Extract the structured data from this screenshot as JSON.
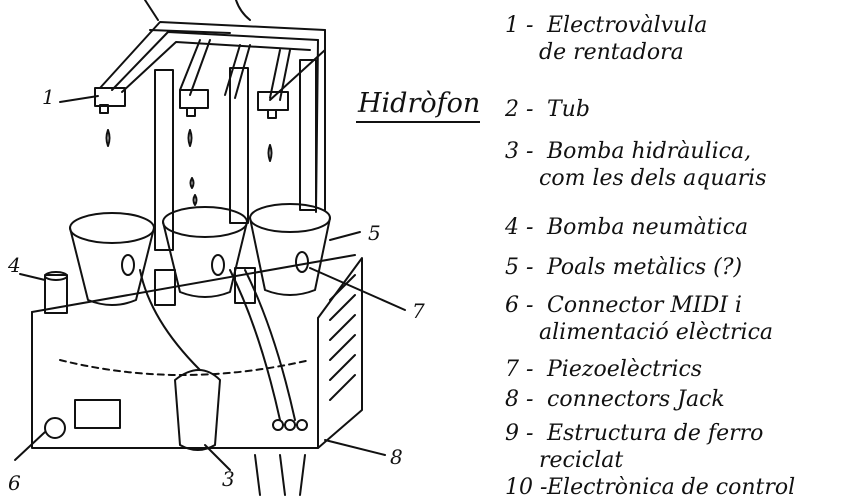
{
  "title": "Hidròfon",
  "callouts": [
    "1",
    "3",
    "4",
    "5",
    "6",
    "7",
    "8"
  ],
  "legend": [
    {
      "num": "1 -",
      "lines": [
        "Electrovàlvula",
        "de rentadora"
      ]
    },
    {
      "num": "2 -",
      "lines": [
        "Tub"
      ]
    },
    {
      "num": "3 -",
      "lines": [
        "Bomba hidràulica,",
        "com les dels aquaris"
      ]
    },
    {
      "num": "4 -",
      "lines": [
        "Bomba neumàtica"
      ]
    },
    {
      "num": "5 -",
      "lines": [
        "Poals metàlics (?)"
      ]
    },
    {
      "num": "6 -",
      "lines": [
        "Connector MIDI i",
        "alimentació elèctrica"
      ]
    },
    {
      "num": "7 -",
      "lines": [
        "Piezoelèctrics"
      ]
    },
    {
      "num": "8 -",
      "lines": [
        "connectors Jack"
      ]
    },
    {
      "num": "9 -",
      "lines": [
        "Estructura de ferro",
        "reciclat"
      ]
    },
    {
      "num": "10 -",
      "lines": [
        "Electrònica de control"
      ]
    }
  ]
}
